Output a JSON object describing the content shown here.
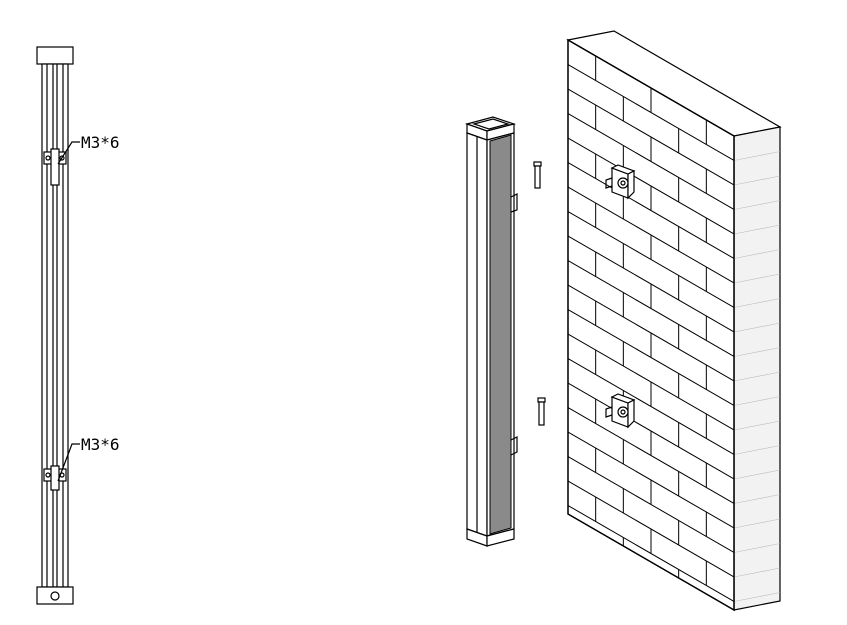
{
  "callouts": [
    {
      "label": "M3*6"
    },
    {
      "label": "M3*6"
    }
  ],
  "colors": {
    "line": "#000000",
    "panel": "#8a8a8a",
    "wall_face": "#ffffff",
    "wall_side": "#f2f2f2"
  },
  "icons": {
    "left_view": "bar-front-view",
    "right_view": "bar-isometric-view",
    "wall": "brick-wall",
    "screws": "screw-icon",
    "brackets": "mounting-bracket-icon"
  }
}
